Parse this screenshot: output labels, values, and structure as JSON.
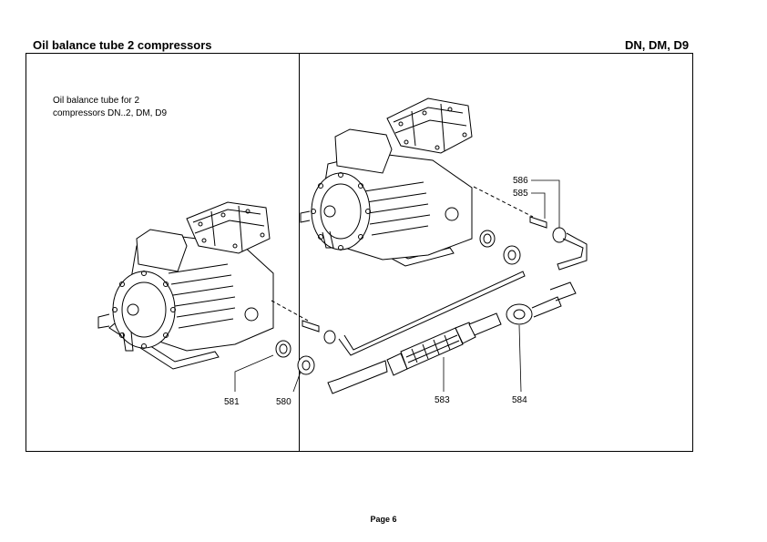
{
  "header": {
    "title": "Oil balance tube 2 compressors",
    "models": "DN, DM, D9"
  },
  "caption": {
    "line1": "Oil balance tube for 2",
    "line2": "compressors DN..2, DM, D9"
  },
  "parts": {
    "p581": "581",
    "p580": "580",
    "p583": "583",
    "p584": "584",
    "p585": "585",
    "p586": "586"
  },
  "footer": {
    "page": "Page 6"
  }
}
